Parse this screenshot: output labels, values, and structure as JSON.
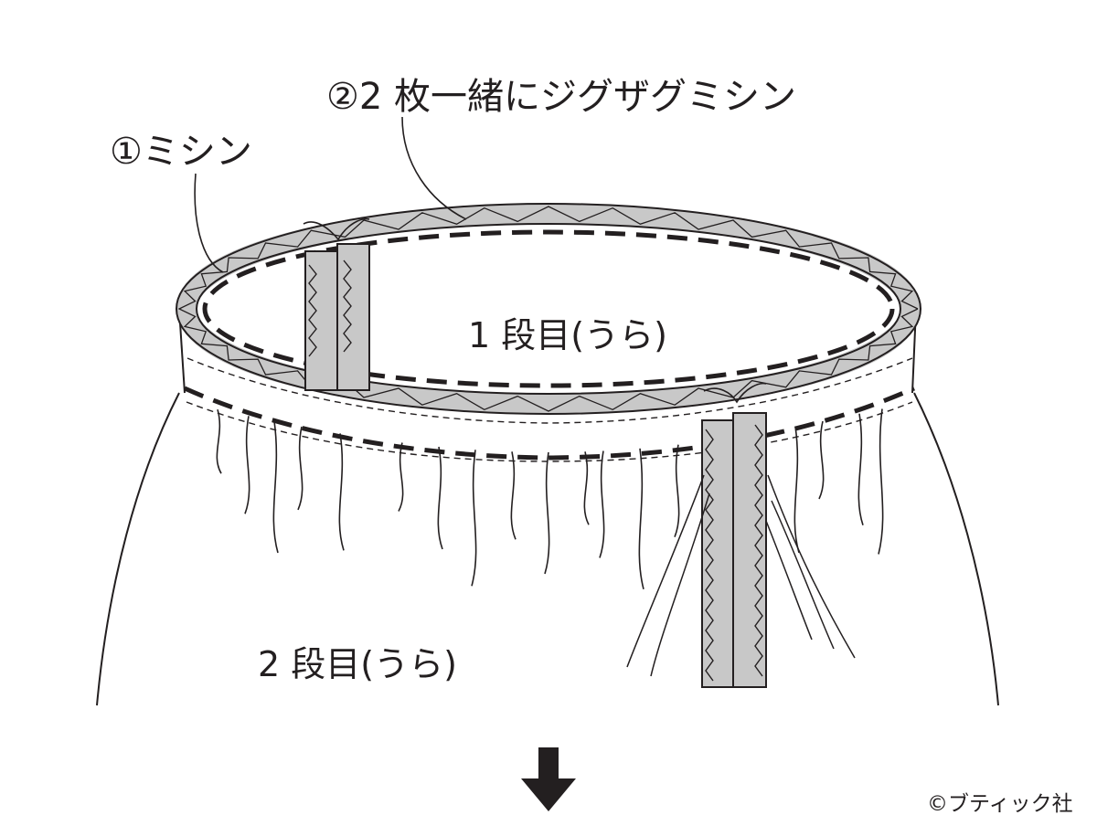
{
  "labels": {
    "step1": "①ミシン",
    "step2": "②2 枚一緒にジグザグミシン",
    "tier1": "1 段目(うら)",
    "tier2": "2 段目(うら)"
  },
  "credit": "©ブティック社",
  "colors": {
    "line": "#231f20",
    "seam_allowance": "#c8c8c8",
    "background": "#ffffff"
  },
  "icons": {
    "next_step": "down-arrow-icon"
  }
}
